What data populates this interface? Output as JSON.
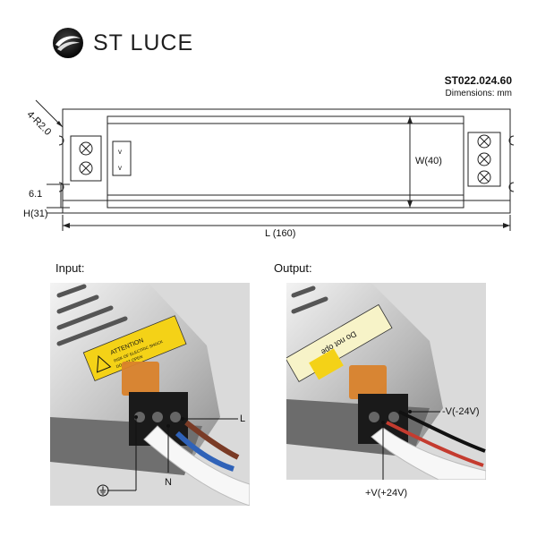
{
  "brand": {
    "name": "ST LUCE"
  },
  "product": {
    "model": "ST022.024.60",
    "dimensions_unit": "Dimensions:  mm"
  },
  "drawing": {
    "hole_label": "4-R2.0",
    "height_label": "H(31)",
    "offset_label": "6.1",
    "width_label": "W(40)",
    "length_label": "L (160)"
  },
  "sections": {
    "input": {
      "title": "Input:",
      "callouts": {
        "live": "L",
        "neutral": "N"
      },
      "warning": [
        "ATTENTION",
        "RISK OF ELECTRIC SHOCK",
        "DO NOT OPEN"
      ]
    },
    "output": {
      "title": "Output:",
      "callouts": {
        "negative": "-V(-24V)",
        "positive": "+V(+24V)"
      },
      "warning": [
        "Do not ope"
      ]
    }
  },
  "colors": {
    "wire_red": "#c43b2f",
    "wire_blue": "#2f62b8",
    "wire_brown": "#7a3b26",
    "fuse": "#d9822b",
    "label_yellow": "#f4d217"
  },
  "icons": [
    "st-luce-logo-icon",
    "ground-icon"
  ]
}
